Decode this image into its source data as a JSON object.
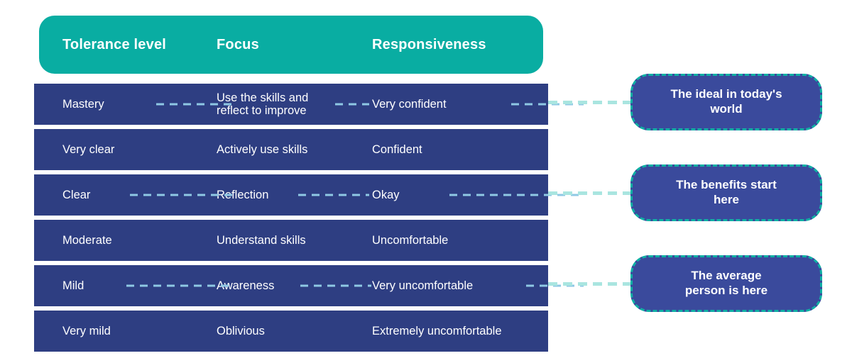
{
  "table": {
    "columns": [
      {
        "key": "tolerance",
        "label": "Tolerance level"
      },
      {
        "key": "focus",
        "label": "Focus"
      },
      {
        "key": "responsiveness",
        "label": "Responsiveness"
      }
    ],
    "rows": [
      {
        "tolerance": "Mastery",
        "focus": "Use the skills and\nreflect to improve",
        "responsiveness": "Very confident",
        "has_connector": true
      },
      {
        "tolerance": "Very clear",
        "focus": "Actively use skills",
        "responsiveness": "Confident",
        "has_connector": false
      },
      {
        "tolerance": "Clear",
        "focus": "Reflection",
        "responsiveness": "Okay",
        "has_connector": true
      },
      {
        "tolerance": "Moderate",
        "focus": "Understand skills",
        "responsiveness": "Uncomfortable",
        "has_connector": false
      },
      {
        "tolerance": "Mild",
        "focus": "Awareness",
        "responsiveness": "Very uncomfortable",
        "has_connector": true
      },
      {
        "tolerance": "Very mild",
        "focus": "Oblivious",
        "responsiveness": "Extremely uncomfortable",
        "has_connector": false
      }
    ]
  },
  "callouts": [
    {
      "text": "The ideal in today's\nworld",
      "linked_row": "Mastery"
    },
    {
      "text": "The benefits start\nhere",
      "linked_row": "Clear"
    },
    {
      "text": "The average\nperson is here",
      "linked_row": "Mild"
    }
  ],
  "colors": {
    "header_teal": "#09ada2",
    "row_navy": "#2e3e82",
    "callout_fill": "#3a4a9c",
    "callout_border": "#0fb0a4",
    "dash_in_table": "#8fc8e4",
    "dash_connector": "#a9e5e0",
    "text_on_dark": "#ffffff",
    "page_background": "#ffffff"
  }
}
